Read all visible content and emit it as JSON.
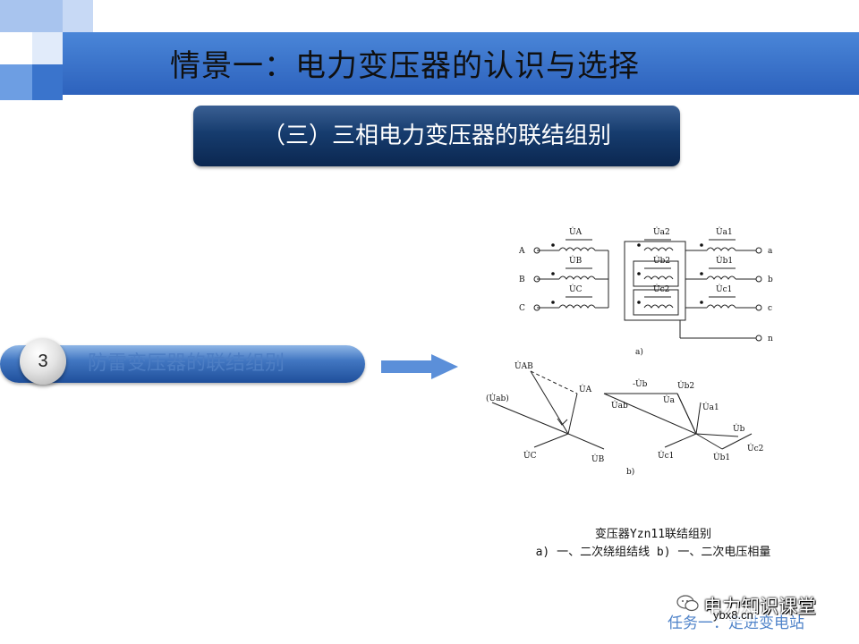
{
  "header": {
    "title": "情景一：电力变压器的认识与选择",
    "subtitle": "（三）三相电力变压器的联结组别"
  },
  "section": {
    "number": "3",
    "label": "防雷变压器的联结组别"
  },
  "figure": {
    "wiring_labels": {
      "primary_terminals": [
        "A",
        "B",
        "C"
      ],
      "secondary_terminals": [
        "a",
        "b",
        "c",
        "n"
      ],
      "winding_voltages_primary": [
        "U̇A",
        "U̇B",
        "U̇C"
      ],
      "winding_voltages_secondary_1": [
        "U̇a1",
        "U̇b1",
        "U̇c1"
      ],
      "winding_voltages_secondary_2": [
        "U̇a2",
        "U̇b2",
        "U̇c2"
      ],
      "panel_a": "a)"
    },
    "phasor_labels": {
      "left": [
        "U̇AB",
        "U̇A",
        "(U̇ab)",
        "U̇C",
        "U̇B"
      ],
      "right": [
        "-U̇b",
        "U̇b2",
        "U̇ab",
        "U̇a",
        "U̇a1",
        "U̇b",
        "U̇c1",
        "U̇b1",
        "U̇c2"
      ],
      "panel_b": "b)"
    },
    "caption_title": "变压器Yzn11联结组别",
    "caption_body": "a) 一、二次绕组结线 b) 一、二次电压相量"
  },
  "watermark": {
    "brand": "电力知识课堂",
    "site": "ybx8.cn",
    "footer": "任务一：走进变电站"
  },
  "colors": {
    "title_bar": "#2d62bd",
    "subtitle_box": "#163c6e",
    "pill": "#2f63b0",
    "arrow": "#5b8fd9",
    "accent_squares": "#4a86d8"
  },
  "icons": {
    "arrow": "right-arrow-icon",
    "wechat": "wechat-icon"
  }
}
